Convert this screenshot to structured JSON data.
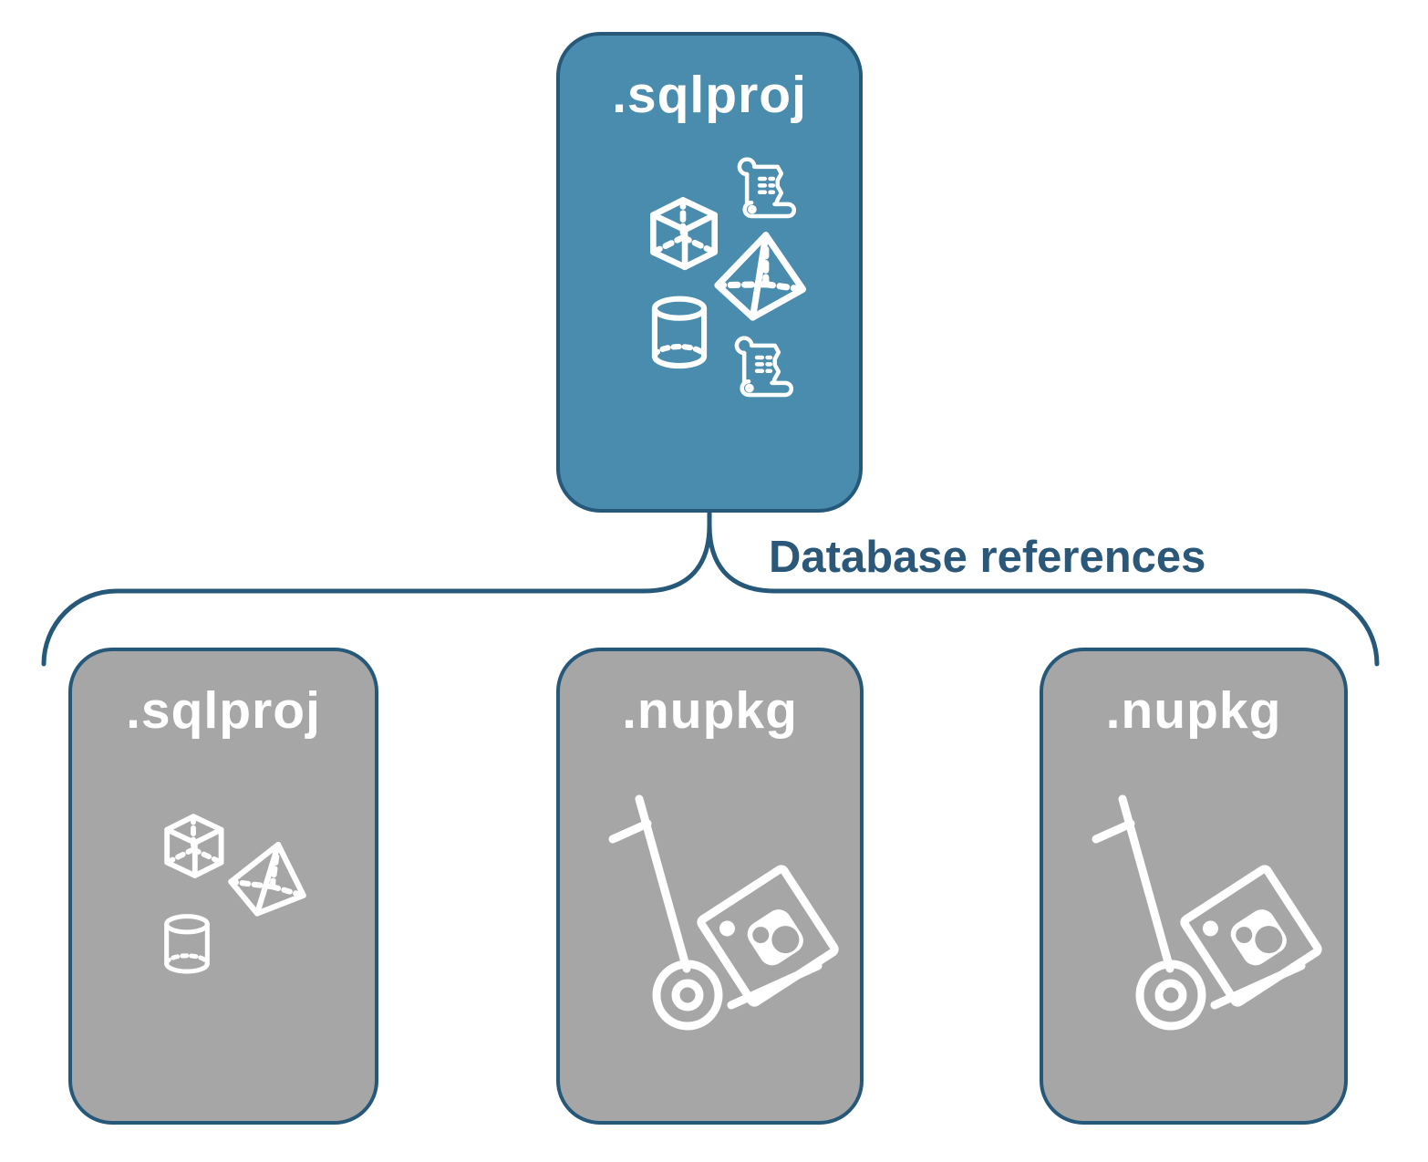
{
  "diagram": {
    "root_node": {
      "label": ".sqlproj",
      "fill": "#4a8cad",
      "icons": [
        "scroll-icon",
        "cube-icon",
        "pyramid-icon",
        "cylinder-icon",
        "scroll-icon"
      ]
    },
    "connector": {
      "label": "Database references",
      "stroke": "#26587a",
      "label_color": "#2b5878"
    },
    "child_nodes": [
      {
        "label": ".sqlproj",
        "fill": "#a6a6a6",
        "icons": [
          "cube-icon",
          "pyramid-icon",
          "cylinder-icon"
        ]
      },
      {
        "label": ".nupkg",
        "fill": "#a6a6a6",
        "icons": [
          "hand-truck-package-icon"
        ]
      },
      {
        "label": ".nupkg",
        "fill": "#a6a6a6",
        "icons": [
          "hand-truck-package-icon"
        ]
      }
    ],
    "colors": {
      "node_border": "#26587a",
      "node_label_text": "#ffffff",
      "background": "#ffffff",
      "icon_stroke": "#ffffff"
    }
  }
}
